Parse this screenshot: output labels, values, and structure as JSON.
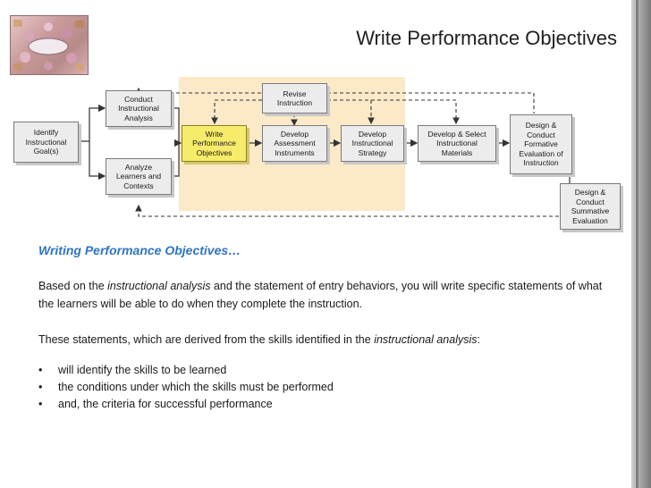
{
  "slide": {
    "title": "Write Performance Objectives",
    "logo_icon": "decorative-collage-icon"
  },
  "diagram": {
    "highlight_color": "#fbe9c8",
    "active_color": "#f7eb6a",
    "boxes": {
      "identify_goals": "Identify\nInstructional\nGoal(s)",
      "conduct_analysis": "Conduct\nInstructional\nAnalysis",
      "analyze_learners": "Analyze\nLearners and\nContexts",
      "write_objectives": "Write\nPerformance\nObjectives",
      "revise_instruction": "Revise\nInstruction",
      "develop_assessment": "Develop\nAssessment\nInstruments",
      "develop_strategy": "Develop\nInstructional\nStrategy",
      "develop_materials": "Develop & Select\nInstructional\nMaterials",
      "formative_evaluation": "Design &\nConduct\nFormative\nEvaluation of\nInstruction",
      "summative_evaluation": "Design &\nConduct\nSummative\nEvaluation"
    }
  },
  "content": {
    "heading": "Writing Performance Objectives…",
    "p1_before": "Based on the ",
    "p1_em": "instructional analysis",
    "p1_after": " and the statement of entry behaviors, you will write specific statements of what the learners will be able to do when they complete the instruction.",
    "p2_before": "These statements, which are derived from the skills identified in the ",
    "p2_em": "instructional analysis",
    "p2_after": ":",
    "bullet_char": "•",
    "bullets": [
      "will identify the skills to be learned",
      "the conditions under which the skills must be performed",
      "and, the criteria for successful performance"
    ]
  }
}
